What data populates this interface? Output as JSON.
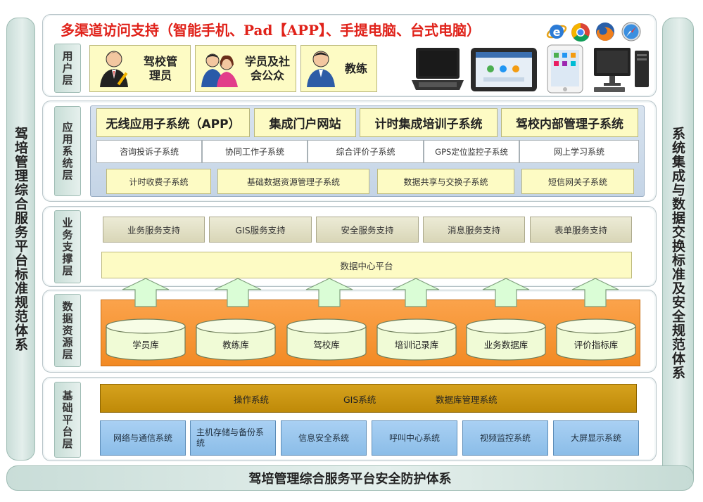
{
  "title": "多渠道访问支持（智能手机、Pad【APP】、手提电脑、台式电脑）",
  "left_pillar": "驾培管理综合服务平台标准规范体系",
  "right_pillar": "系统集成与数据交换标准及安全规范体系",
  "bottom_bar": "驾培管理综合服务平台安全防护体系",
  "colors": {
    "title_red": "#e0221a",
    "orange": "#f79a3a",
    "brown": "#c8930f",
    "blue": "#8bbde8",
    "yellow": "#fdfbc4"
  },
  "layers": {
    "user": {
      "label": "用户层",
      "roles": [
        "驾校管理员",
        "学员及社会公众",
        "教练"
      ],
      "browsers": [
        "ie-icon",
        "chrome-icon",
        "firefox-icon",
        "safari-icon"
      ],
      "devices": [
        "laptop-icon",
        "tablet-landscape-icon",
        "tablet-portrait-icon",
        "desktop-icon"
      ]
    },
    "app": {
      "label": "应用系统层",
      "main_systems": [
        "无线应用子系统（APP）",
        "集成门户网站",
        "计时集成培训子系统",
        "驾校内部管理子系统"
      ],
      "sub_systems": [
        "咨询投诉子系统",
        "协同工作子系统",
        "综合评价子系统",
        "GPS定位监控子系统",
        "网上学习系统"
      ],
      "yellow_systems": [
        "计时收费子系统",
        "基础数据资源管理子系统",
        "数据共享与交换子系统",
        "短信网关子系统"
      ]
    },
    "support": {
      "label": "业务支撑层",
      "services": [
        "业务服务支持",
        "GIS服务支持",
        "安全服务支持",
        "消息服务支持",
        "表单服务支持"
      ],
      "data_center": "数据中心平台"
    },
    "data": {
      "label": "数据资源层",
      "databases": [
        "学员库",
        "教练库",
        "驾校库",
        "培训记录库",
        "业务数据库",
        "评价指标库"
      ]
    },
    "base": {
      "label": "基础平台层",
      "software": [
        "操作系统",
        "GIS系统",
        "数据库管理系统"
      ],
      "hardware": [
        "网络与通信系统",
        "主机存储与备份系统",
        "信息安全系统",
        "呼叫中心系统",
        "视频监控系统",
        "大屏显示系统"
      ]
    }
  }
}
